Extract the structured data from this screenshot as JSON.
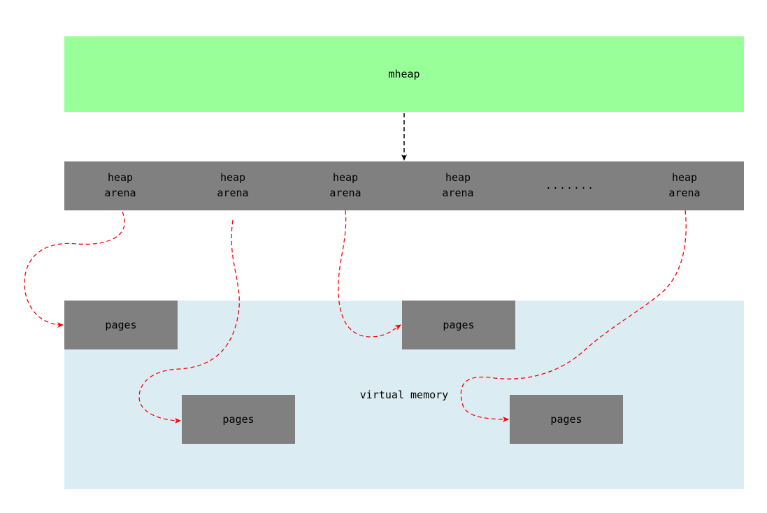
{
  "mheap": {
    "label": "mheap",
    "color": "#99ff99"
  },
  "arena_bar": {
    "color": "#808080"
  },
  "arenas": [
    {
      "label": "heap\narena"
    },
    {
      "label": "heap\narena"
    },
    {
      "label": "heap\narena"
    },
    {
      "label": "heap\narena"
    },
    {
      "label": "heap\narena"
    }
  ],
  "ellipsis": ".......",
  "virtual_memory": {
    "label": "virtual memory",
    "color": "#dbedf3"
  },
  "pages": [
    {
      "label": "pages"
    },
    {
      "label": "pages"
    },
    {
      "label": "pages"
    },
    {
      "label": "pages"
    }
  ],
  "colors": {
    "pages_fill": "#808080",
    "pointer_arrow": "#ff0000",
    "mheap_arrow": "#000000"
  }
}
